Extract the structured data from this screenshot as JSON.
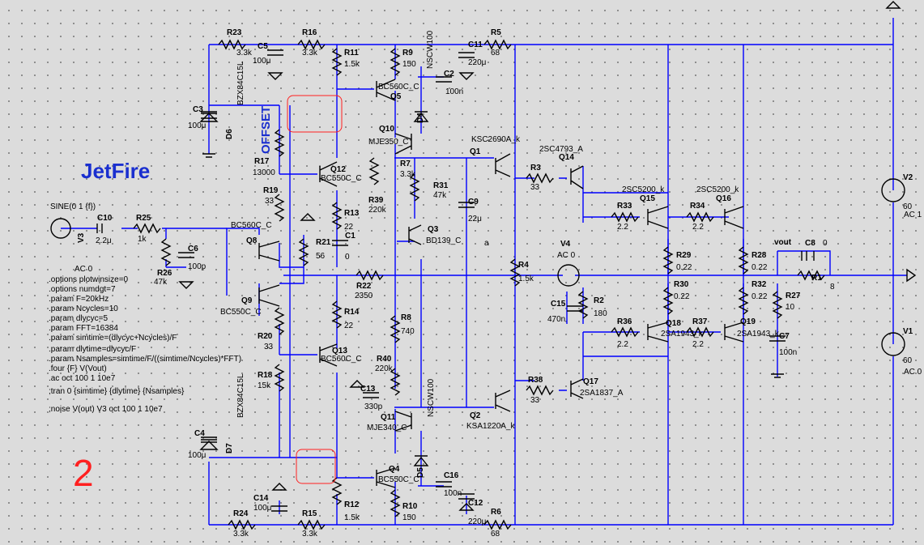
{
  "title": "JetFire",
  "page_number": "2",
  "offset_label": "OFFSET",
  "source": {
    "V3": "V3",
    "sine": "SINE(0 1 {f})",
    "ac": "AC 0"
  },
  "directives": [
    ".options plotwinsize=0",
    ".options numdgt=7",
    ".param F=20kHz",
    ".param Ncycles=10",
    ".param dlycyc=5",
    ".param FFT=16384",
    ".param simtime=(dlycyc+Ncycles)/F",
    ".param dlytime=dlycyc/F",
    ".param Nsamples=simtime/F/((simtime/Ncycles)*FFT)",
    ".four {F} V(Vout)",
    ".ac oct 100 1 10e7",
    ";tran 0 {simtime} {dlytime} {Nsamples}",
    ";noise V(out) V3 oct 100 1 10e7"
  ],
  "components": [
    {
      "ref": "R23",
      "value": "3.3k"
    },
    {
      "ref": "C5",
      "value": "100μ"
    },
    {
      "ref": "R16",
      "value": "3.3k"
    },
    {
      "ref": "R11",
      "value": "1.5k"
    },
    {
      "ref": "R9",
      "value": "150"
    },
    {
      "ref": "C11",
      "value": "220μ"
    },
    {
      "ref": "R5",
      "value": "68"
    },
    {
      "ref": "C2",
      "value": "100n"
    },
    {
      "ref": "Q5",
      "value": "BC560C_C"
    },
    {
      "ref": "D4",
      "value": "NSCW100"
    },
    {
      "ref": "C3",
      "value": "100μ"
    },
    {
      "ref": "D6",
      "value": "BZX84C15L"
    },
    {
      "ref": "Q10",
      "value": "MJE350_C"
    },
    {
      "ref": "Q1",
      "value": "KSC2690A_k"
    },
    {
      "ref": "Q14",
      "value": "2SC4793_A"
    },
    {
      "ref": "R17",
      "value": "13000"
    },
    {
      "ref": "Q12",
      "value": "BC550C_C"
    },
    {
      "ref": "R7",
      "value": "3.3k"
    },
    {
      "ref": "R31",
      "value": "47k"
    },
    {
      "ref": "R3",
      "value": "33"
    },
    {
      "ref": "Q15",
      "value": "2SC5200_k"
    },
    {
      "ref": "Q16",
      "value": "2SC5200_k"
    },
    {
      "ref": "V2",
      "value": "60"
    },
    {
      "ref": "R19",
      "value": "33"
    },
    {
      "ref": "R39",
      "value": "220k"
    },
    {
      "ref": "C9",
      "value": "22μ"
    },
    {
      "ref": "R13",
      "value": "22"
    },
    {
      "ref": "C10",
      "value": "2.2μ"
    },
    {
      "ref": "R25",
      "value": "1k"
    },
    {
      "ref": "Q8",
      "value": "BC560C_C"
    },
    {
      "ref": "R33",
      "value": "2.2"
    },
    {
      "ref": "R34",
      "value": "2.2"
    },
    {
      "ref": "Q3",
      "value": "BD139_C"
    },
    {
      "ref": "C6",
      "value": "100p"
    },
    {
      "ref": "R26",
      "value": "47k"
    },
    {
      "ref": "R21",
      "value": "56"
    },
    {
      "ref": "C1",
      "value": "0"
    },
    {
      "ref": "V4",
      "value": "AC 0"
    },
    {
      "ref": "R29",
      "value": "0.22"
    },
    {
      "ref": "R28",
      "value": "0.22"
    },
    {
      "ref": "C8",
      "value": "0"
    },
    {
      "ref": "R1",
      "value": "8"
    },
    {
      "ref": "R4",
      "value": "1.5k"
    },
    {
      "ref": "R22",
      "value": "2350"
    },
    {
      "ref": "R30",
      "value": "0.22"
    },
    {
      "ref": "R32",
      "value": "0.22"
    },
    {
      "ref": "Q9",
      "value": "BC550C_C"
    },
    {
      "ref": "R14",
      "value": "22"
    },
    {
      "ref": "R2",
      "value": "180"
    },
    {
      "ref": "C15",
      "value": "470n"
    },
    {
      "ref": "R27",
      "value": "10"
    },
    {
      "ref": "R8",
      "value": "740"
    },
    {
      "ref": "R20",
      "value": "33"
    },
    {
      "ref": "R36",
      "value": "2.2"
    },
    {
      "ref": "Q18",
      "value": "2SA1943_k"
    },
    {
      "ref": "R37",
      "value": "2.2"
    },
    {
      "ref": "Q19",
      "value": "2SA1943_k"
    },
    {
      "ref": "C7",
      "value": "100n"
    },
    {
      "ref": "V1",
      "value": "60"
    },
    {
      "ref": "Q13",
      "value": "BC560C_C"
    },
    {
      "ref": "R40",
      "value": "220k"
    },
    {
      "ref": "R18",
      "value": "15k"
    },
    {
      "ref": "Q17",
      "value": "2SA1837_A"
    },
    {
      "ref": "R38",
      "value": "33"
    },
    {
      "ref": "C13",
      "value": "330p"
    },
    {
      "ref": "Q11",
      "value": "MJE340_C"
    },
    {
      "ref": "Q2",
      "value": "KSA1220A_k"
    },
    {
      "ref": "C4",
      "value": "100μ"
    },
    {
      "ref": "D7",
      "value": "BZX84C15L"
    },
    {
      "ref": "D5",
      "value": "NSCW100"
    },
    {
      "ref": "Q4",
      "value": "BC550C_C"
    },
    {
      "ref": "C16",
      "value": "100n"
    },
    {
      "ref": "C12",
      "value": "220μ"
    },
    {
      "ref": "C14",
      "value": "100μ"
    },
    {
      "ref": "R12",
      "value": "1.5k"
    },
    {
      "ref": "R10",
      "value": "150"
    },
    {
      "ref": "R6",
      "value": "68"
    },
    {
      "ref": "R24",
      "value": "3.3k"
    },
    {
      "ref": "R15",
      "value": "3.3k"
    }
  ],
  "net_labels": {
    "vout": "vout",
    "a": "a"
  },
  "sources_right": {
    "V2_ac": "AC 1",
    "V1_ac": "AC 0"
  },
  "colors": {
    "wire": "#0000ff",
    "component": "#000000",
    "highlight": "#ff2020",
    "title": "#1a2fcf",
    "background": "#dcdcdc"
  }
}
